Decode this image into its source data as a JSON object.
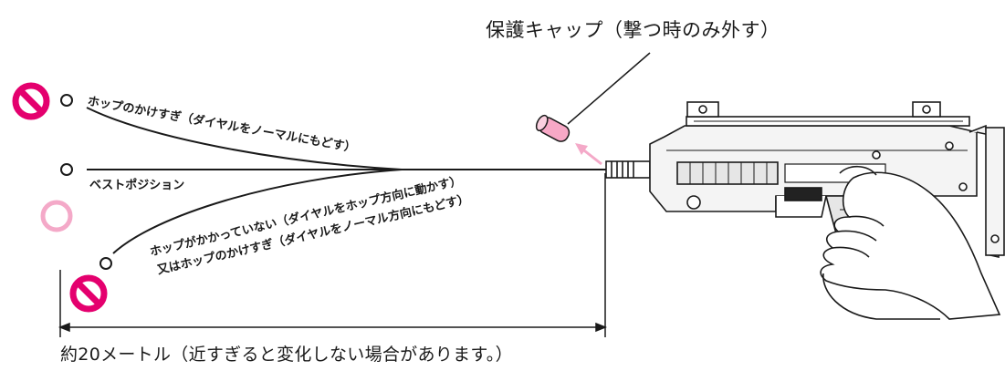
{
  "diagram": {
    "cap_label": "保護キャップ（撃つ時のみ外す）",
    "distance_label": "約20メートル（近すぎると変化しない場合があります。）",
    "trajectories": [
      {
        "id": "over-hop",
        "label": "ホップのかけすぎ（ダイヤルをノーマルにもどす）",
        "status": "prohibited"
      },
      {
        "id": "best",
        "label": "ベストポジション",
        "status": "ok"
      },
      {
        "id": "under-hop",
        "label": "ホップがかかっていない（ダイヤルをホップ方向に動かす）",
        "label2": "又はホップのかけすぎ（ダイヤルをノーマル方向にもどす）",
        "status": "prohibited"
      }
    ],
    "colors": {
      "prohibited": "#e4006e",
      "ok_ring": "#f4a9c8",
      "cap": "#f7a8c6",
      "line": "#1a1a1a"
    },
    "icons": [
      "prohibited-icon",
      "ok-circle-icon",
      "target-circle-icon",
      "arrow-icon",
      "gun-illustration",
      "hand-icon"
    ]
  }
}
